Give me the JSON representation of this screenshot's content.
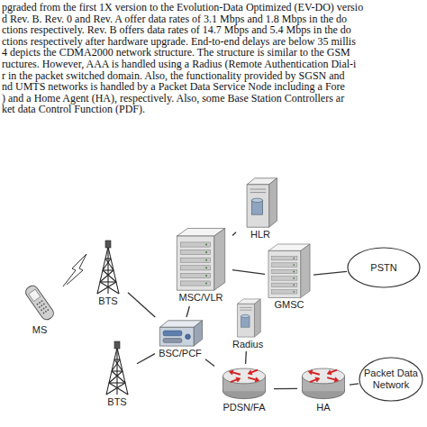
{
  "diagram": {
    "nodes": [
      {
        "text": [
          "HLR"
        ]
      },
      {
        "text": [
          "MSC/VLR"
        ]
      },
      {
        "text": [
          "GMSC"
        ]
      },
      {
        "text": [
          "PSTN"
        ]
      },
      {
        "text": [
          "BTS"
        ]
      },
      {
        "text": [
          "MS"
        ]
      },
      {
        "text": [
          "BSC/PCF"
        ]
      },
      {
        "text": [
          "Radius"
        ]
      },
      {
        "text": [
          "BTS"
        ]
      },
      {
        "text": [
          "PDSN/FA"
        ]
      },
      {
        "text": [
          "HA"
        ]
      },
      {
        "text": [
          "Packet Data Network"
        ]
      }
    ],
    "edges": [
      {
        "from": 4,
        "to": 6,
        "arrow": "none"
      },
      {
        "from": 8,
        "to": 6,
        "arrow": "none"
      },
      {
        "from": 6,
        "to": 1,
        "arrow": "none"
      },
      {
        "from": 1,
        "to": 0,
        "arrow": "none"
      },
      {
        "from": 1,
        "to": 2,
        "arrow": "none"
      },
      {
        "from": 2,
        "to": 3,
        "arrow": "none"
      },
      {
        "from": 6,
        "to": 9,
        "arrow": "none"
      },
      {
        "from": 9,
        "to": 7,
        "arrow": "none"
      },
      {
        "from": 9,
        "to": 10,
        "arrow": "none"
      },
      {
        "from": 10,
        "to": 11,
        "arrow": "none"
      }
    ],
    "labels": [
      "pgraded from the first 1X version to the Evolution-Data Optimized (EV-DO) versio",
      "d Rev. B. Rev. 0 and Rev. A offer data rates of 3.1 Mbps and 1.8 Mbps in the do",
      "ctions respectively. Rev. B offers data rates of 14.7 Mbps and 5.4 Mbps in the do",
      "ctions respectively after hardware upgrade. End-to-end delays are below 35 millis",
      "4 depicts the CDMA2000 network structure. The structure is similar to the GSM",
      "ructures. However, AAA is handled using a Radius (Remote Authentication Dial-i",
      "r in the packet switched domain. Also, the functionality provided by SGSN and",
      "nd UMTS networks is handled by a Packet Data Service Node including a Fore",
      ") and a Home Agent (HA), respectively. Also, some Base Station Controllers ar",
      "ket data Control Function (PDF)."
    ]
  }
}
